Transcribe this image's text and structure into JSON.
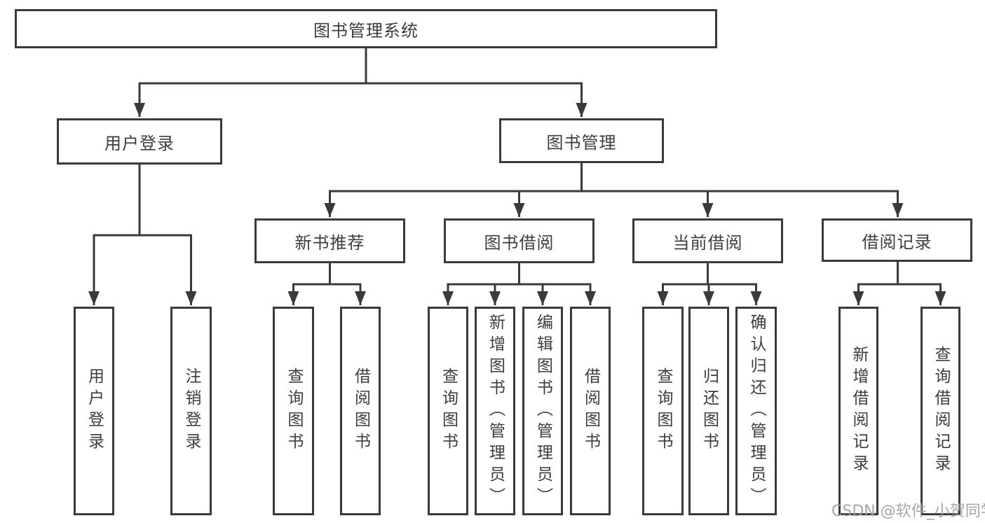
{
  "diagram": {
    "root": {
      "label": "图书管理系统",
      "children": [
        {
          "label": "用户登录",
          "children": [
            {
              "label": "用户登录"
            },
            {
              "label": "注销登录"
            }
          ]
        },
        {
          "label": "图书管理",
          "children": [
            {
              "label": "新书推荐",
              "children": [
                {
                  "label": "查询图书"
                },
                {
                  "label": "借阅图书"
                }
              ]
            },
            {
              "label": "图书借阅",
              "children": [
                {
                  "label": "查询图书"
                },
                {
                  "label": "新增图书（管理员）"
                },
                {
                  "label": "编辑图书（管理员）"
                },
                {
                  "label": "借阅图书"
                }
              ]
            },
            {
              "label": "当前借阅",
              "children": [
                {
                  "label": "查询图书"
                },
                {
                  "label": "归还图书"
                },
                {
                  "label": "确认归还（管理员）"
                }
              ]
            },
            {
              "label": "借阅记录",
              "children": [
                {
                  "label": "新增借阅记录"
                },
                {
                  "label": "查询借阅记录"
                }
              ]
            }
          ]
        }
      ]
    },
    "watermark": "CSDN @软件_小贺同学",
    "colors": {
      "background": "#ffffff",
      "box_background": "#ffffff",
      "box_border": "#3a3a3a",
      "line": "#3a3a3a",
      "text": "#3d3d3d",
      "watermark_text": "#9aa0a6"
    }
  }
}
